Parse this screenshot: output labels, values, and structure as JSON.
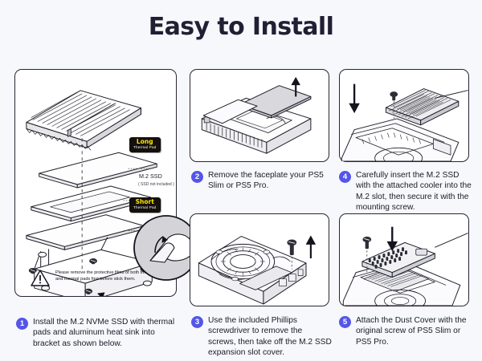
{
  "header": {
    "title": "Easy to Install"
  },
  "theme": {
    "background": "#f7f8fc",
    "panel_background": "#ffffff",
    "panel_border": "#2a2433",
    "badge_color": "#5356e8",
    "tag_background": "#14100c",
    "tag_highlight": "#ffe400",
    "title_color": "#1f2034"
  },
  "panels": {
    "p1": {
      "name": "exploded-bracket-assembly",
      "labels": {
        "long_pad_title": "Long",
        "long_pad_sub": "Thermal Pad",
        "short_pad_title": "Short",
        "short_pad_sub": "Thermal Pad",
        "ssd_label": "M.2 SSD",
        "ssd_note": "( SSD not included )"
      },
      "warning": "Please remove the protective films of both thermal stickers and thermal pads first before stick them."
    },
    "p2": {
      "name": "ps5-faceplate-removal"
    },
    "p3": {
      "name": "ps5-expansion-slot-screw-removal"
    },
    "p4": {
      "name": "m2-ssd-cooler-insertion"
    },
    "p5": {
      "name": "dust-cover-attachment"
    }
  },
  "steps": [
    {
      "number": "1",
      "text": "Install the M.2 NVMe SSD with thermal pads and aluminum heat sink into bracket as shown below."
    },
    {
      "number": "2",
      "text": "Remove the faceplate your PS5 Slim or PS5 Pro."
    },
    {
      "number": "3",
      "text": "Use the included Phillips screwdriver to remove the screws, then take off the M.2 SSD expansion slot cover."
    },
    {
      "number": "4",
      "text": "Carefully insert the M.2 SSD with the attached cooler into the M.2 slot, then secure it with the mounting screw."
    },
    {
      "number": "5",
      "text": "Attach the Dust Cover with the original screw of PS5 Slim or PS5 Pro."
    }
  ]
}
